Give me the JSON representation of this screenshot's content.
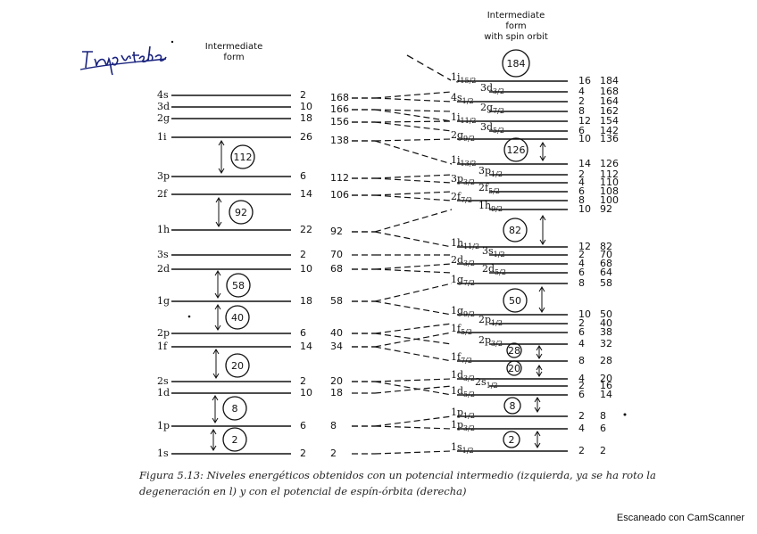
{
  "handwritten_note": "Importante",
  "left_header": [
    "Intermediate",
    "form"
  ],
  "right_header": [
    "Intermediate",
    "form",
    "with spin orbit"
  ],
  "left_levels": [
    {
      "name": "4s",
      "cap": "2"
    },
    {
      "name": "3d",
      "cap": "10"
    },
    {
      "name": "2g",
      "cap": "18"
    },
    {
      "name": "1i",
      "cap": "26"
    },
    {
      "name": "3p",
      "cap": "6"
    },
    {
      "name": "2f",
      "cap": "14"
    },
    {
      "name": "1h",
      "cap": "22"
    },
    {
      "name": "3s",
      "cap": "2"
    },
    {
      "name": "2d",
      "cap": "10"
    },
    {
      "name": "1g",
      "cap": "18"
    },
    {
      "name": "2p",
      "cap": "6"
    },
    {
      "name": "1f",
      "cap": "14"
    },
    {
      "name": "2s",
      "cap": "2"
    },
    {
      "name": "1d",
      "cap": "10"
    },
    {
      "name": "1p",
      "cap": "6"
    },
    {
      "name": "1s",
      "cap": "2"
    }
  ],
  "left_magic": [
    "112",
    "92",
    "58",
    "40",
    "20",
    "8",
    "2"
  ],
  "mid_numbers": [
    "168",
    "166",
    "156",
    "138",
    "112",
    "106",
    "92",
    "70",
    "68",
    "58",
    "40",
    "34",
    "20",
    "18",
    "8",
    "2"
  ],
  "right_levels": [
    {
      "name": "1j",
      "sub": "15/2",
      "cap": "16",
      "cum": "184"
    },
    {
      "name": "3d",
      "sub": "3/2",
      "cap": "4",
      "cum": "168"
    },
    {
      "name": "4s",
      "sub": "1/2",
      "cap": "2",
      "cum": "164"
    },
    {
      "name": "2g",
      "sub": "7/2",
      "cap": "8",
      "cum": "162"
    },
    {
      "name": "1i",
      "sub": "11/2",
      "cap": "12",
      "cum": "154"
    },
    {
      "name": "3d",
      "sub": "5/2",
      "cap": "6",
      "cum": "142"
    },
    {
      "name": "2g",
      "sub": "9/2",
      "cap": "10",
      "cum": "136"
    },
    {
      "name": "1i",
      "sub": "13/2",
      "cap": "14",
      "cum": "126"
    },
    {
      "name": "3p",
      "sub": "1/2",
      "cap": "2",
      "cum": "112"
    },
    {
      "name": "3p",
      "sub": "3/2",
      "cap": "4",
      "cum": "110"
    },
    {
      "name": "2f",
      "sub": "5/2",
      "cap": "6",
      "cum": "108"
    },
    {
      "name": "2f",
      "sub": "7/2",
      "cap": "8",
      "cum": "100"
    },
    {
      "name": "1h",
      "sub": "9/2",
      "cap": "10",
      "cum": "92"
    },
    {
      "name": "1h",
      "sub": "11/2",
      "cap": "12",
      "cum": "82"
    },
    {
      "name": "3s",
      "sub": "1/2",
      "cap": "2",
      "cum": "70"
    },
    {
      "name": "2d",
      "sub": "3/2",
      "cap": "4",
      "cum": "68"
    },
    {
      "name": "2d",
      "sub": "5/2",
      "cap": "6",
      "cum": "64"
    },
    {
      "name": "1g",
      "sub": "7/2",
      "cap": "8",
      "cum": "58"
    },
    {
      "name": "1g",
      "sub": "9/2",
      "cap": "10",
      "cum": "50"
    },
    {
      "name": "2p",
      "sub": "1/2",
      "cap": "2",
      "cum": "40"
    },
    {
      "name": "1f",
      "sub": "5/2",
      "cap": "6",
      "cum": "38"
    },
    {
      "name": "2p",
      "sub": "3/2",
      "cap": "4",
      "cum": "32"
    },
    {
      "name": "1f",
      "sub": "7/2",
      "cap": "8",
      "cum": "28"
    },
    {
      "name": "1d",
      "sub": "3/2",
      "cap": "4",
      "cum": "20"
    },
    {
      "name": "2s",
      "sub": "1/2",
      "cap": "2",
      "cum": "16"
    },
    {
      "name": "1d",
      "sub": "5/2",
      "cap": "6",
      "cum": "14"
    },
    {
      "name": "1p",
      "sub": "1/2",
      "cap": "2",
      "cum": "8"
    },
    {
      "name": "1p",
      "sub": "3/2",
      "cap": "4",
      "cum": "6"
    },
    {
      "name": "1s",
      "sub": "1/2",
      "cap": "2",
      "cum": "2"
    }
  ],
  "right_magic": [
    "184",
    "126",
    "82",
    "50",
    "28",
    "20",
    "8",
    "2"
  ],
  "caption": "Figura 5.13: Niveles energéticos obtenidos con un potencial intermedio (izquierda, ya se ha roto la degeneración en l) y con el potencial de espín-órbita (derecha)",
  "scanner_label": "Escaneado con CamScanner"
}
